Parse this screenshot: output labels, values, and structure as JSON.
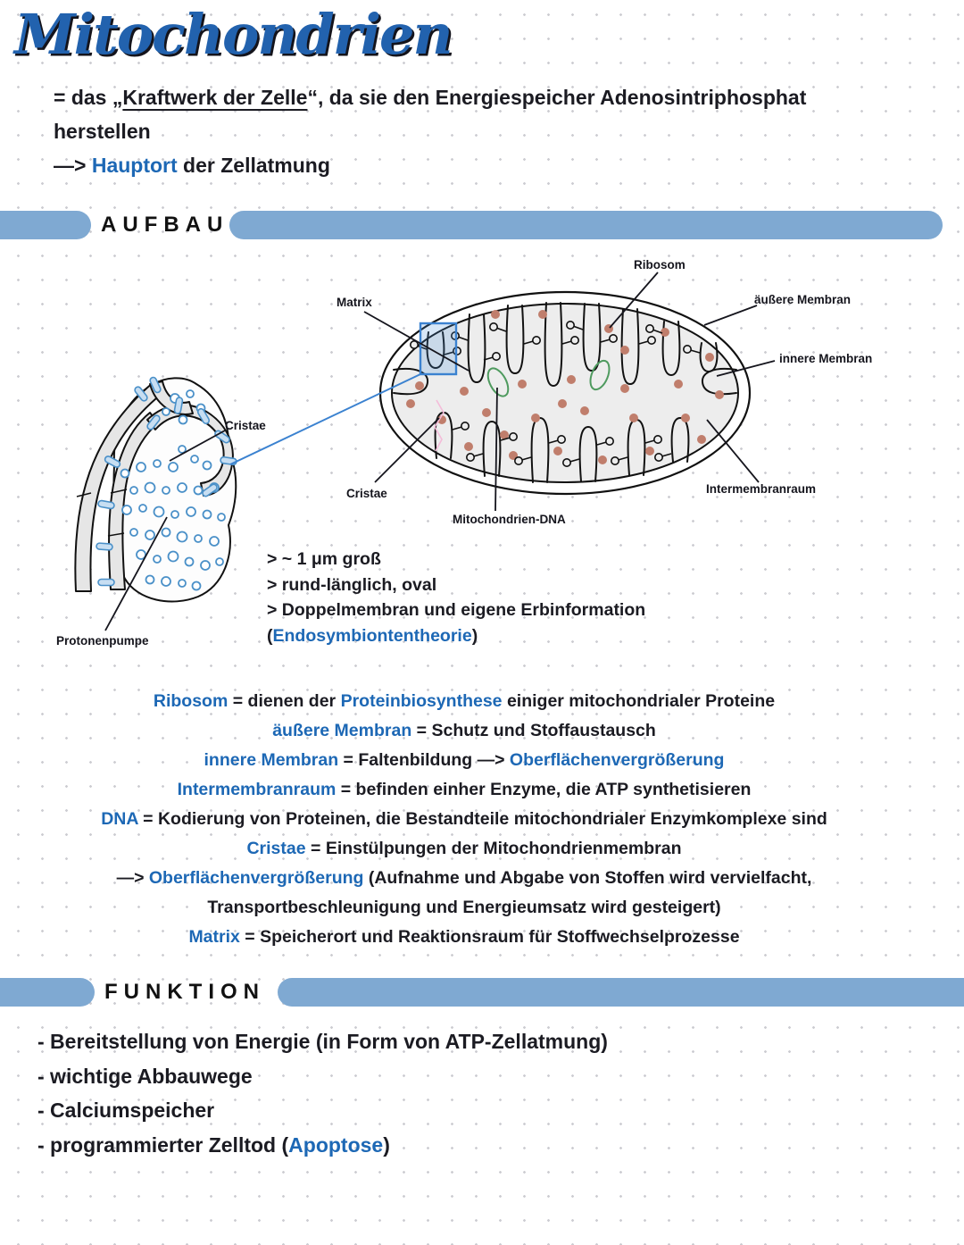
{
  "title": "Mitochondrien",
  "intro_lines": [
    [
      {
        "t": "= das „"
      },
      {
        "t": "Kraftwerk der Zelle",
        "u": true
      },
      {
        "t": "“, da sie den Energiespeicher Adenosintriphosphat"
      }
    ],
    [
      {
        "t": "herstellen"
      }
    ],
    [
      {
        "t": "—> "
      },
      {
        "t": "Hauptort",
        "b": true
      },
      {
        "t": " der Zellatmung"
      }
    ]
  ],
  "sections": {
    "aufbau": "AUFBAU",
    "funktion": "FUNKTION"
  },
  "diagram": {
    "labels": {
      "ribosom": "Ribosom",
      "aeussere_membran": "äußere Membran",
      "innere_membran": "innere Membran",
      "matrix": "Matrix",
      "cristae_main": "Cristae",
      "cristae_detail": "Cristae",
      "mito_dna": "Mitochondrien-DNA",
      "intermembranraum": "Intermembranraum",
      "protonenpumpe": "Protonenpumpe"
    }
  },
  "facts": [
    [
      {
        "t": "> ~ 1 μm groß"
      }
    ],
    [
      {
        "t": "> rund-länglich, oval"
      }
    ],
    [
      {
        "t": "> Doppelmembran und eigene Erbinformation"
      }
    ],
    [
      {
        "t": "("
      },
      {
        "t": "Endosymbiontentheorie",
        "b": true
      },
      {
        "t": ")"
      }
    ]
  ],
  "definitions": [
    [
      {
        "t": "Ribosom",
        "b": true
      },
      {
        "t": " = dienen der "
      },
      {
        "t": "Proteinbiosynthese",
        "b": true
      },
      {
        "t": " einiger mitochondrialer Proteine"
      }
    ],
    [
      {
        "t": "äußere Membran",
        "b": true
      },
      {
        "t": " = Schutz und Stoffaustausch"
      }
    ],
    [
      {
        "t": "innere Membran",
        "b": true
      },
      {
        "t": " = Faltenbildung —> "
      },
      {
        "t": "Oberflächenvergrößerung",
        "b": true
      }
    ],
    [
      {
        "t": "Intermembranraum",
        "b": true
      },
      {
        "t": " = befinden einher Enzyme, die ATP synthetisieren"
      }
    ],
    [
      {
        "t": "DNA",
        "b": true
      },
      {
        "t": " = Kodierung von Proteinen, die Bestandteile mitochondrialer Enzymkomplexe sind"
      }
    ],
    [
      {
        "t": "Cristae",
        "b": true
      },
      {
        "t": " = Einstülpungen der Mitochondrienmembran"
      }
    ],
    [
      {
        "t": "—> "
      },
      {
        "t": "Oberflächenvergrößerung",
        "b": true
      },
      {
        "t": " (Aufnahme und Abgabe von Stoffen wird vervielfacht,"
      }
    ],
    [
      {
        "t": "Transportbeschleunigung und Energieumsatz wird gesteigert)"
      }
    ],
    [
      {
        "t": "Matrix",
        "b": true
      },
      {
        "t": " = Speicherort und Reaktionsraum für Stoffwechselprozesse"
      }
    ]
  ],
  "functions": [
    [
      {
        "t": "- Bereitstellung von Energie (in Form von ATP-Zellatmung)"
      }
    ],
    [
      {
        "t": "- wichtige Abbauwege"
      }
    ],
    [
      {
        "t": "- Calciumspeicher"
      }
    ],
    [
      {
        "t": "- programmierter Zelltod ("
      },
      {
        "t": "Apoptose",
        "b": true
      },
      {
        "t": ")"
      }
    ]
  ],
  "colors": {
    "accent_blue": "#1d68b5",
    "banner_blue": "#7fa9d2",
    "title_blue": "#2262ae",
    "highlight_blue": "#3b82d0",
    "proton_blue": "#4a90c8",
    "ribosome_dot": "#c07e6c",
    "dna_green": "#4e9a5e",
    "matrix_gray": "#ededed",
    "membrane_gray": "#e6e6e6",
    "pink_rna": "#f4bcd9"
  }
}
